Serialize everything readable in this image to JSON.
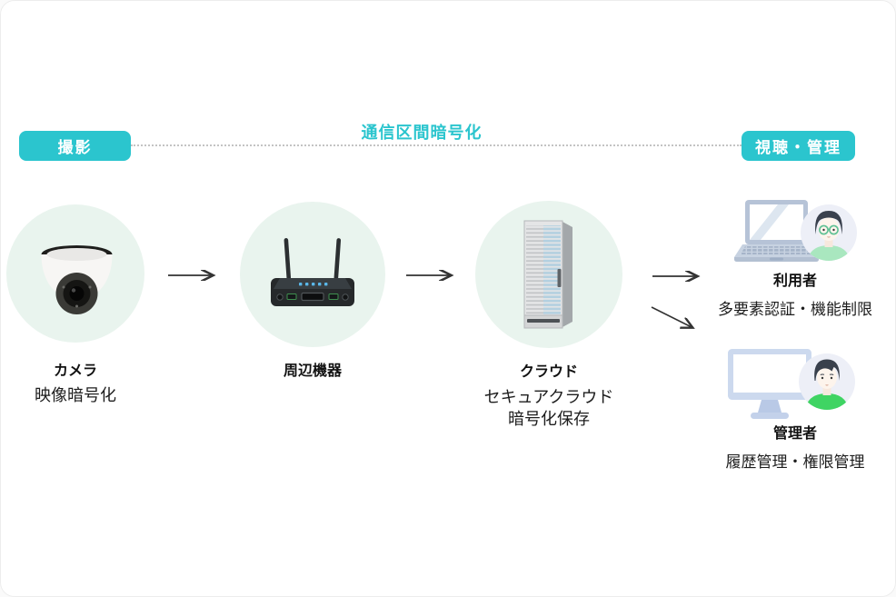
{
  "header": {
    "left_badge": "撮影",
    "center_label": "通信区間暗号化",
    "right_badge": "視聴・管理"
  },
  "nodes": {
    "camera": {
      "title": "カメラ",
      "desc": "映像暗号化",
      "icon": "dome-camera-icon"
    },
    "peripheral": {
      "title": "周辺機器",
      "icon": "wifi-router-icon"
    },
    "cloud": {
      "title": "クラウド",
      "desc_line1": "セキュアクラウド",
      "desc_line2": "暗号化保存",
      "icon": "server-rack-icon"
    }
  },
  "users": {
    "viewer": {
      "title": "利用者",
      "desc": "多要素認証・機能制限",
      "icons": [
        "laptop-icon",
        "female-user-avatar"
      ]
    },
    "admin": {
      "title": "管理者",
      "desc": "履歴管理・権限管理",
      "icons": [
        "monitor-icon",
        "male-user-avatar"
      ]
    }
  },
  "colors": {
    "accent_teal": "#2bc5ce",
    "node_circle_bg": "#e9f4ee",
    "arrow": "#333333",
    "dotted_line": "#c3c3c3",
    "text_dark": "#111111",
    "avatar_bg": "#edeff7",
    "avatar_green_light": "#a9e7bf",
    "avatar_green_bright": "#3fd463",
    "hardware_blue": "#ccd9ee"
  }
}
